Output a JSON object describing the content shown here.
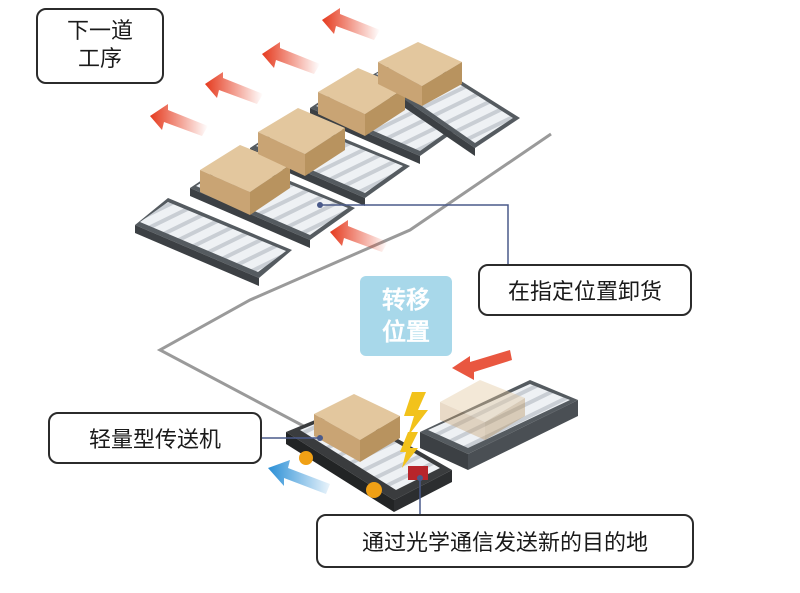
{
  "labels": {
    "next_process_line1": "下一道",
    "next_process_line2": "工序",
    "unload_at_position": "在指定位置卸货",
    "move_line1": "转移",
    "move_line2": "位置",
    "light_conveyor": "轻量型传送机",
    "optical_comm": "通过光学通信发送新的目的地"
  },
  "colors": {
    "arrow_red": "#e53a1e",
    "arrow_blue": "#2a8fd6",
    "move_box": "#a8d8ea",
    "box": "#d9b98c",
    "lightning": "#f2c21b"
  }
}
